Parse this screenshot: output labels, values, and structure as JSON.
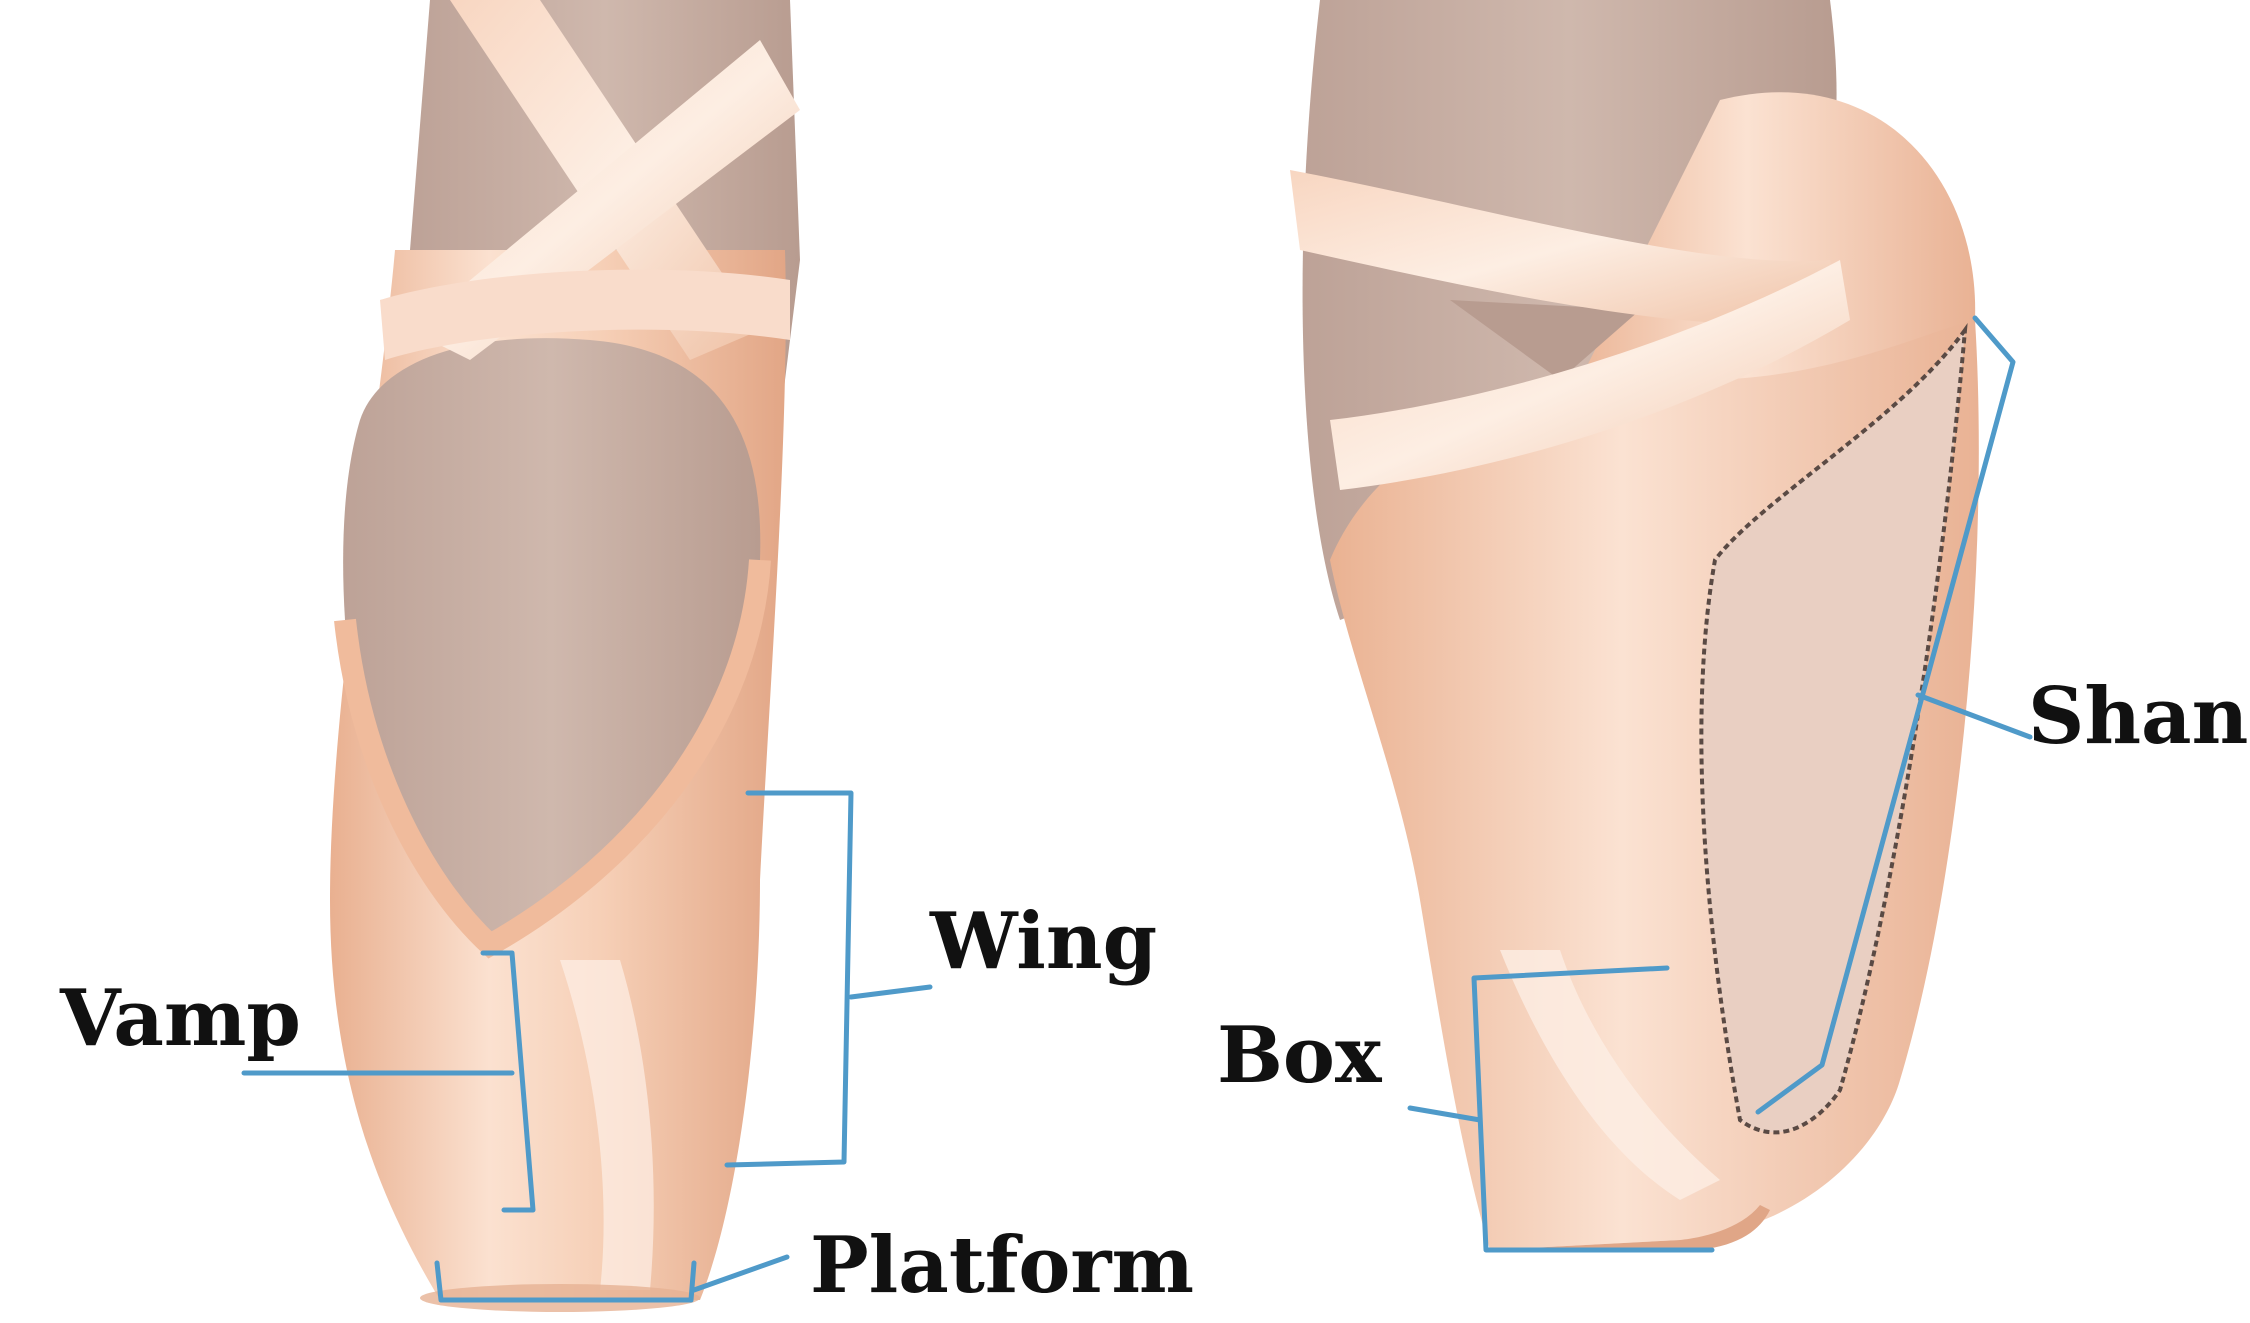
{
  "labels": {
    "vamp": "Vamp",
    "wing": "Wing",
    "platform": "Platform",
    "box": "Box",
    "shank": "Shank"
  },
  "colors": {
    "background": "#ffffff",
    "callout_line": "#4f9ac9",
    "label_text": "#111111",
    "satin": "#f3c3a5",
    "satin_light": "#fae2d2",
    "satin_shadow": "#e0a687",
    "tights": "#c9b0a4",
    "tights_dark": "#b0978c"
  },
  "icons": {
    "left_shoe": "pointe-shoe-front-view",
    "right_shoe": "pointe-shoe-side-view"
  }
}
